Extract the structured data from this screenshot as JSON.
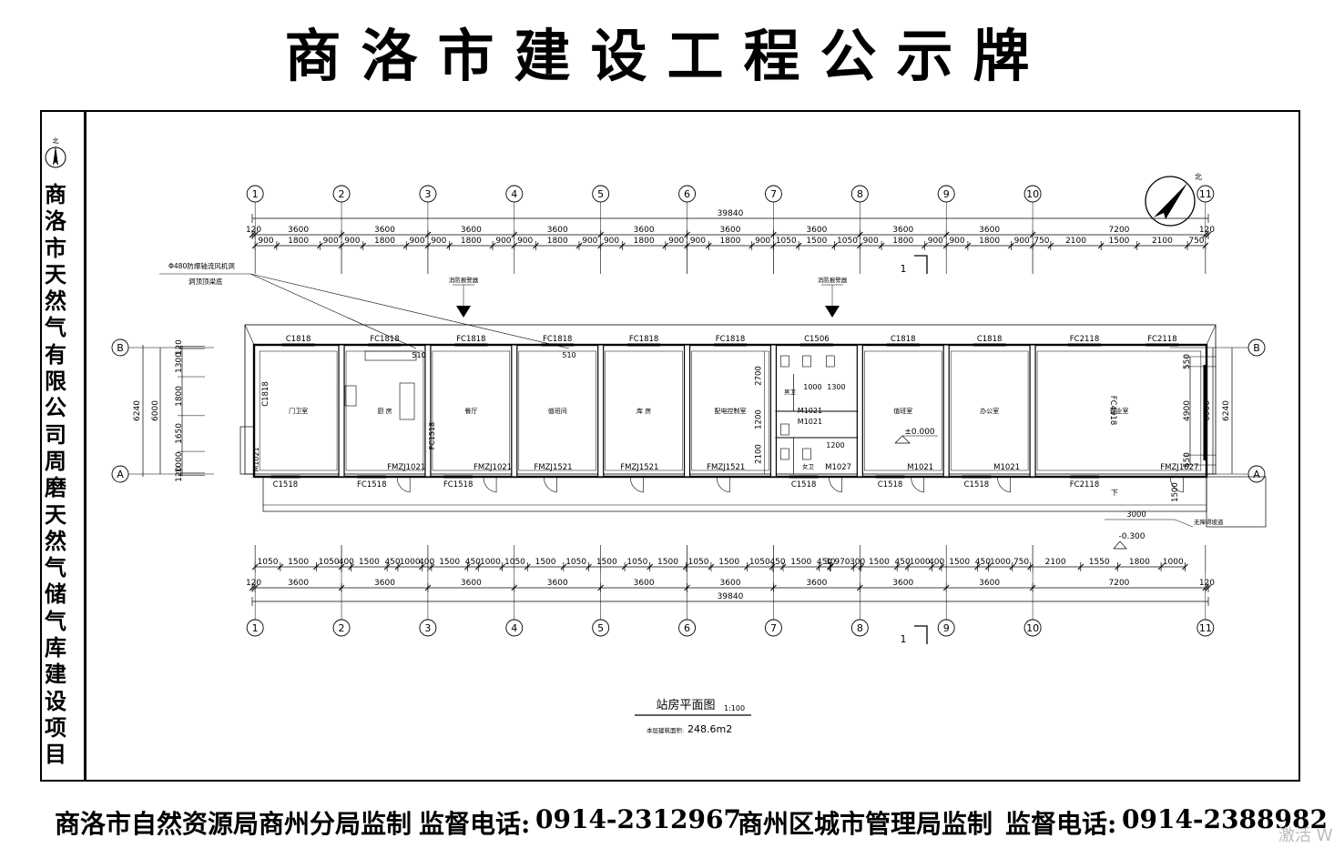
{
  "header": {
    "title": "商洛市建设工程公示牌"
  },
  "sidebar": {
    "north_label": "北",
    "project_name": "商洛市天然气有限公司周磨天然气储气库建设项目"
  },
  "drawing": {
    "title": "站房平面图",
    "scale": "1:100",
    "area_label": "本层建筑面积:",
    "area_value": "248.6m2",
    "north_label": "北",
    "total_width": "39840",
    "axes_numbers": [
      "1",
      "2",
      "3",
      "4",
      "5",
      "6",
      "7",
      "8",
      "9",
      "10",
      "11"
    ],
    "axes_letters": [
      "A",
      "B"
    ],
    "top_bay_dims": [
      "3600",
      "3600",
      "3600",
      "3600",
      "3600",
      "3600",
      "3600",
      "3600",
      "3600",
      "7200"
    ],
    "top_detail_dims": [
      "900",
      "1800",
      "900",
      "900",
      "1800",
      "900",
      "900",
      "1800",
      "900",
      "900",
      "1800",
      "900",
      "900",
      "1800",
      "900",
      "900",
      "1800",
      "900",
      "1050",
      "1500",
      "1050",
      "900",
      "1800",
      "900",
      "900",
      "1800",
      "900",
      "750",
      "2100",
      "1500",
      "2100",
      "750"
    ],
    "bottom_detail_dims": [
      "1050",
      "1500",
      "1050",
      "400",
      "1500",
      "450",
      "1000",
      "400",
      "1500",
      "450",
      "1000",
      "1050",
      "1500",
      "1050",
      "1500",
      "1050",
      "1500",
      "1050",
      "1500",
      "1050",
      "450",
      "1500",
      "450",
      "30",
      "970",
      "300",
      "1500",
      "450",
      "1000",
      "400",
      "1500",
      "450",
      "1000",
      "750",
      "2100",
      "1550",
      "1800",
      "1000"
    ],
    "edge_dim": "120",
    "side_dims_left": [
      "120",
      "1300",
      "1800",
      "1650",
      "1000",
      "120"
    ],
    "side_total": "6000",
    "side_axis_total": "6240",
    "side_dims_right": [
      "550",
      "4900",
      "550"
    ],
    "top_windows": [
      "C1818",
      "FC1818",
      "FC1818",
      "FC1818",
      "FC1818",
      "FC1818",
      "C1506",
      "C1818",
      "C1818",
      "FC2118",
      "FC2118"
    ],
    "bottom_windows": [
      "C1518",
      "FC1518",
      "FC1518",
      "C1518",
      "C1518",
      "C1518",
      "FC2118"
    ],
    "doors": [
      "FMZJ1021",
      "FMZJ1021",
      "FMZJ1521",
      "FMZJ1521",
      "FMZJ1521",
      "M1027",
      "M1021",
      "M1021",
      "FMZJ1827",
      "M1021"
    ],
    "side_windows": [
      "C1818",
      "FC1518",
      "FC4918"
    ],
    "toilet_doors": [
      "M1021",
      "M1021"
    ],
    "toilet_dims": [
      "1000",
      "1300",
      "2700",
      "1200",
      "2100",
      "1200"
    ],
    "room_labels": [
      "门卫室",
      "厨 房",
      "餐厅",
      "值班间",
      "库 房",
      "配电控制室",
      "",
      "值班室",
      "办公室",
      "营业室"
    ],
    "toilet_labels": [
      "男卫",
      "女卫"
    ],
    "fan_note_line1": "Φ480防爆轴流风机洞",
    "fan_note_line2": "洞顶顶梁底",
    "vent_label": "510",
    "fire_label": "消防报警器",
    "section_mark": "1",
    "elevation_zero": "±0.000",
    "elevation_low": "-0.300",
    "ramp_label": "无障碍坡道",
    "ramp_dims": [
      "3000",
      "1500"
    ],
    "ramp_down": "下"
  },
  "footer": {
    "left_supervisor": "商洛市自然资源局商州分局监制",
    "left_phone_label": "监督电话:",
    "left_phone": "0914-2312967",
    "right_supervisor": "商州区城市管理局监制",
    "right_phone_label": "监督电话:",
    "right_phone": "0914-2388982"
  },
  "watermark": "激活 W"
}
